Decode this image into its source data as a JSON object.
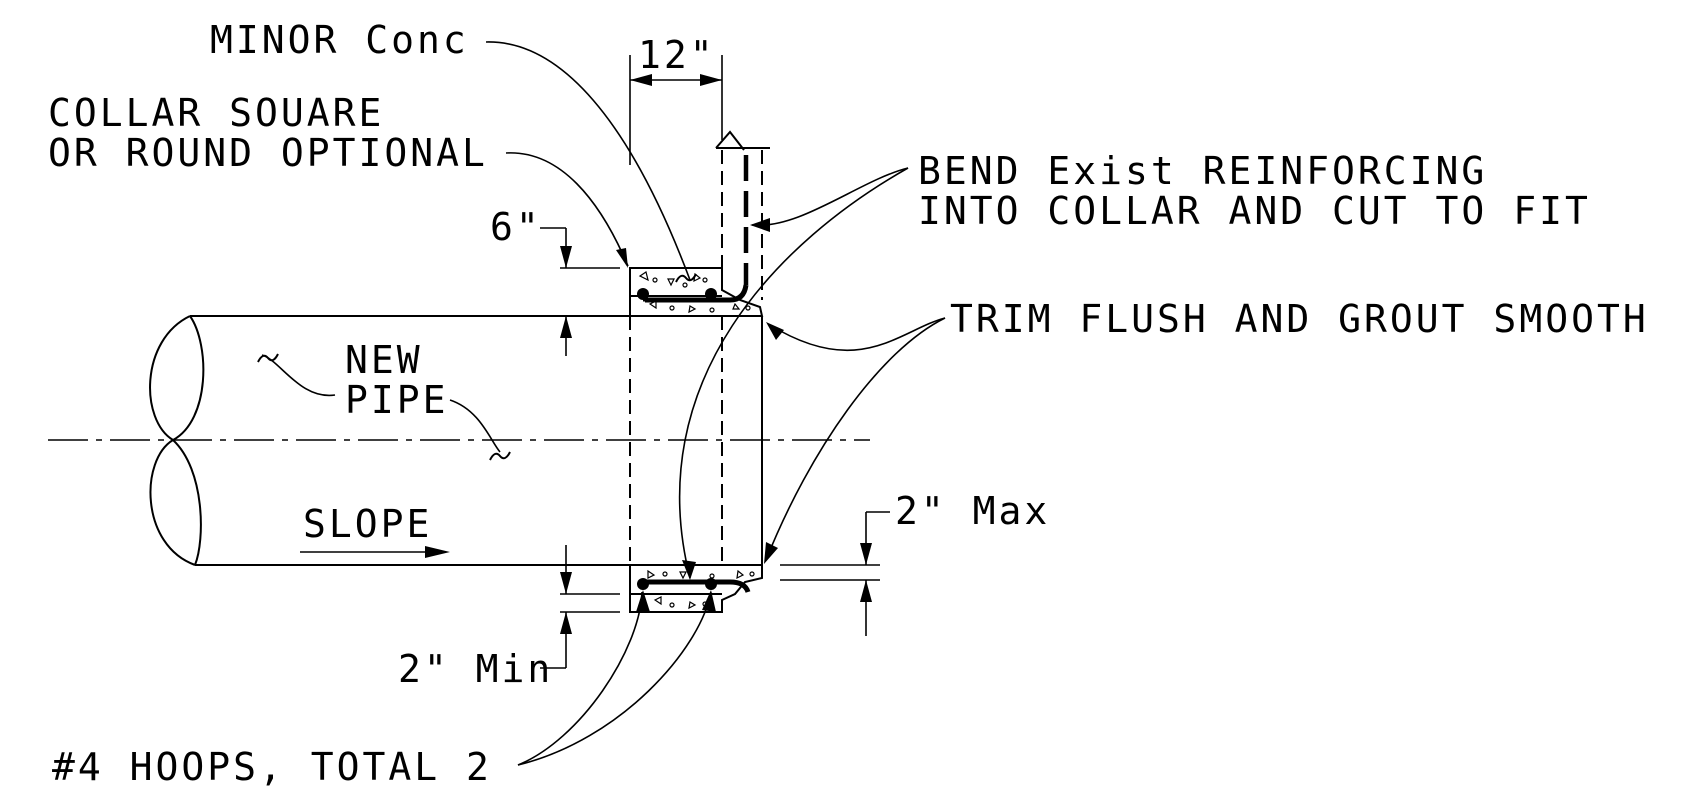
{
  "labels": {
    "minor_conc": "MINOR Conc",
    "collar_line1": "COLLAR SOUARE",
    "collar_line2": "OR ROUND OPTIONAL",
    "dim_12": "12\"",
    "dim_6": "6\"",
    "bend_line1": "BEND Exist REINFORCING",
    "bend_line2": "INTO COLLAR AND CUT TO FIT",
    "trim": "TRIM FLUSH AND GROUT SMOOTH",
    "new_pipe_line1": "NEW",
    "new_pipe_line2": "PIPE",
    "slope": "SLOPE",
    "dim_2_max": "2\" Max",
    "dim_2_min": "2\" Min",
    "hoops": "#4 HOOPS, TOTAL 2"
  },
  "colors": {
    "ink": "#000000",
    "paper": "#ffffff"
  }
}
